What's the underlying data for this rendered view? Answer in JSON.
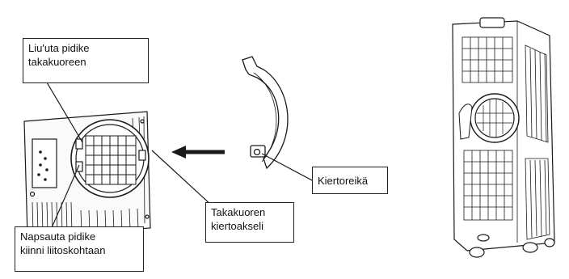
{
  "callouts": {
    "slide_holder": {
      "line1": "Liu'uta pidike",
      "line2": "takakuoreen"
    },
    "snap_holder": {
      "line1": "Napsauta pidike",
      "line2": "kiinni liitoskohtaan"
    },
    "pivot_axle": {
      "line1": "Takakuoren",
      "line2": "kiertoakseli"
    },
    "pivot_hole": {
      "line1": "Kiertoreikä"
    }
  },
  "colors": {
    "ink": "#1a1a1a",
    "paper": "#ffffff",
    "shade": "#cfcfcf"
  }
}
